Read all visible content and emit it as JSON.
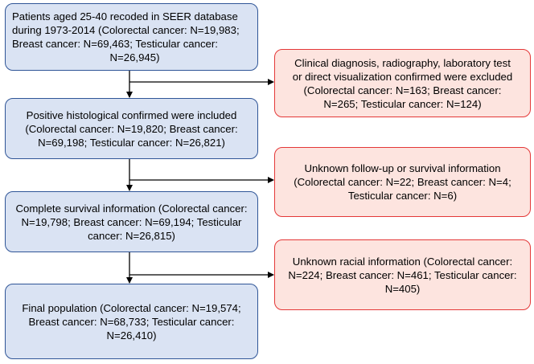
{
  "colors": {
    "main_fill": "#dae3f3",
    "main_border": "#2f5597",
    "exclusion_fill": "#fde4df",
    "exclusion_border": "#e43838",
    "arrow": "#000000"
  },
  "steps": [
    {
      "lines": [
        "Patients aged 25-40 recoded in SEER database",
        "during 1973-2014 (Colorectal cancer: N=19,983;",
        "Breast cancer: N=69,463; Testicular cancer:",
        "N=26,945)"
      ]
    },
    {
      "lines": [
        "Positive histological confirmed were included",
        "(Colorectal cancer: N=19,820; Breast cancer:",
        "N=69,198; Testicular cancer: N=26,821)"
      ]
    },
    {
      "lines": [
        "Complete survival information (Colorectal cancer:",
        "N=19,798; Breast cancer: N=69,194; Testicular",
        "cancer: N=26,815)"
      ]
    },
    {
      "lines": [
        "Final population (Colorectal cancer: N=19,574;",
        "Breast cancer: N=68,733; Testicular cancer:",
        "N=26,410)"
      ]
    }
  ],
  "exclusions": [
    {
      "lines": [
        "Clinical diagnosis, radiography, laboratory test",
        "or direct visualization confirmed were excluded",
        "(Colorectal cancer: N=163; Breast cancer:",
        "N=265; Testicular cancer: N=124)"
      ]
    },
    {
      "lines": [
        "Unknown follow-up or survival information",
        "(Colorectal cancer: N=22; Breast cancer: N=4;",
        "Testicular cancer: N=6)"
      ]
    },
    {
      "lines": [
        "Unknown racial information (Colorectal cancer:",
        "N=224; Breast cancer: N=461; Testicular cancer:",
        "N=405)"
      ]
    }
  ]
}
